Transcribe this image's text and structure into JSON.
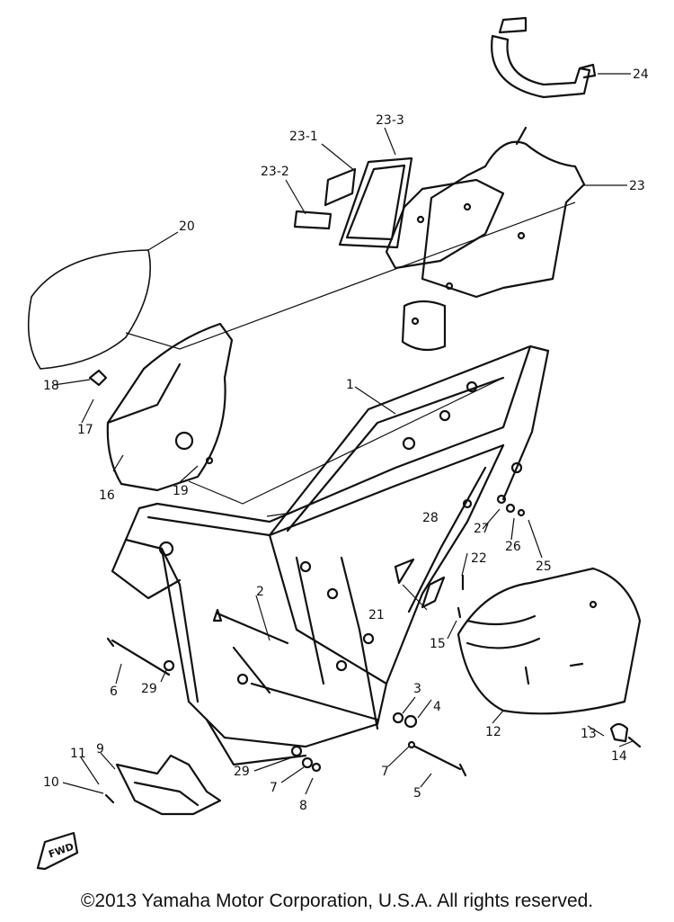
{
  "diagram": {
    "callouts": {
      "c1": "1",
      "c2": "2",
      "c3": "3",
      "c4": "4",
      "c5": "5",
      "c6": "6",
      "c7a": "7",
      "c7b": "7",
      "c8": "8",
      "c9": "9",
      "c10": "10",
      "c11": "11",
      "c12": "12",
      "c13": "13",
      "c14": "14",
      "c15": "15",
      "c16": "16",
      "c17": "17",
      "c18": "18",
      "c19": "19",
      "c20": "20",
      "c21": "21",
      "c22": "22",
      "c23": "23",
      "c23_1": "23-1",
      "c23_2": "23-2",
      "c23_3": "23-3",
      "c24": "24",
      "c25": "25",
      "c26": "26",
      "c27": "27",
      "c28": "28",
      "c29a": "29",
      "c29b": "29"
    },
    "fwd_label": "FWD",
    "copyright": "©2013 Yamaha Motor Corporation, U.S.A. All rights reserved."
  }
}
